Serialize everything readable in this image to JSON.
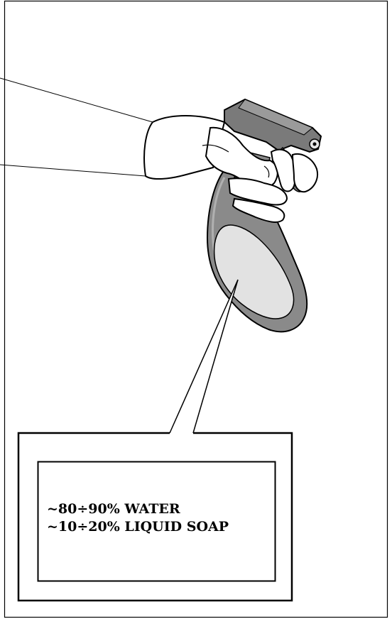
{
  "callout": {
    "lines": [
      "~80÷90% WATER",
      "~10÷20% LIQUID SOAP"
    ]
  },
  "colors": {
    "line": "#000000",
    "bottle_body": "#8a8a8a",
    "bottle_panel": "#e2e2e2",
    "trigger_head": "#7a7a7a",
    "glove": "#ffffff",
    "background": "#ffffff"
  },
  "icons": {
    "illustration": "spray-bottle-in-gloved-hand"
  }
}
